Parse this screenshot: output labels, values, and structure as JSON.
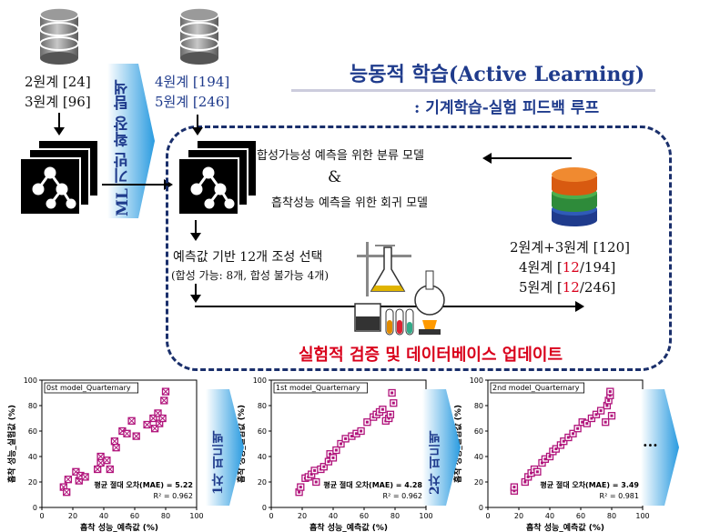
{
  "left_db": {
    "line1": "2원계 [24]",
    "line2": "3원계 [96]"
  },
  "mid_db": {
    "line1": "4원계 [194]",
    "line2": "5원계 [246]"
  },
  "ml_arrow_label": "ML 기반 확장 탐색",
  "header": {
    "title": "능동적 학습(Active Learning)",
    "subtitle": ": 기계학습-실험 피드백 루프"
  },
  "models": {
    "classifier": "합성가능성 예측을 위한 분류 모델",
    "ampersand": "&",
    "regressor": "흡착성능 예측을 위한 회귀 모델"
  },
  "selection": {
    "line1": "예측값 기반 12개 조성 선택",
    "line2": "(합성 가능: 8개, 합성 불가능 4개)"
  },
  "right_db": {
    "line1": "2원계+3원계 [120]",
    "line2_pre": "4원계 [",
    "line2_num": "12",
    "line2_post": "/194]",
    "line3_pre": "5원계 [",
    "line3_num": "12",
    "line3_post": "/246]"
  },
  "update_label": "실험적 검증 및 데이터베이스 업데이트",
  "feedback_labels": [
    "1차 피드백",
    "2차 피드백"
  ],
  "ellipsis": "...",
  "colors": {
    "navy": "#1f3b8c",
    "dash": "#1a2f6b",
    "red": "#d9001b",
    "marker": "#b0127a",
    "arrow": "#2a9be0"
  },
  "chart_data": [
    {
      "type": "scatter",
      "title": "0st model_Quarternary",
      "xlabel": "흡착 성능_예측값 (%)",
      "ylabel": "흡착 성능_실험값 (%)",
      "xlim": [
        0,
        100
      ],
      "ylim": [
        0,
        100
      ],
      "xticks": [
        "0",
        "20",
        "40",
        "60",
        "80",
        "100"
      ],
      "yticks": [
        "0",
        "20",
        "40",
        "60",
        "80",
        "100"
      ],
      "annotation": "평균 절대 오차(MAE) = 5.22",
      "r2": "R² = 0.962",
      "marker": "x-square",
      "points": [
        [
          14,
          16
        ],
        [
          16,
          12
        ],
        [
          17,
          22
        ],
        [
          22,
          28
        ],
        [
          24,
          21
        ],
        [
          25,
          25
        ],
        [
          28,
          24
        ],
        [
          36,
          30
        ],
        [
          38,
          40
        ],
        [
          38,
          35
        ],
        [
          42,
          37
        ],
        [
          44,
          30
        ],
        [
          47,
          52
        ],
        [
          48,
          47
        ],
        [
          52,
          60
        ],
        [
          55,
          58
        ],
        [
          58,
          68
        ],
        [
          61,
          56
        ],
        [
          68,
          65
        ],
        [
          72,
          70
        ],
        [
          73,
          62
        ],
        [
          75,
          74
        ],
        [
          76,
          66
        ],
        [
          78,
          70
        ],
        [
          79,
          84
        ],
        [
          80,
          91
        ]
      ]
    },
    {
      "type": "scatter",
      "title": "1st model_Quarternary",
      "xlabel": "흡착 성능_예측값 (%)",
      "ylabel": "흡착 성능_실험값 (%)",
      "xlim": [
        0,
        100
      ],
      "ylim": [
        0,
        100
      ],
      "xticks": [
        "0",
        "20",
        "40",
        "60",
        "80",
        "100"
      ],
      "yticks": [
        "0",
        "20",
        "40",
        "60",
        "80",
        "100"
      ],
      "annotation": "평균 절대 오차(MAE) = 4.28",
      "r2": "R² = 0.962",
      "marker": "square-dot",
      "points": [
        [
          18,
          12
        ],
        [
          19,
          16
        ],
        [
          22,
          23
        ],
        [
          24,
          24
        ],
        [
          26,
          26
        ],
        [
          28,
          29
        ],
        [
          29,
          20
        ],
        [
          32,
          30
        ],
        [
          34,
          32
        ],
        [
          37,
          36
        ],
        [
          38,
          42
        ],
        [
          40,
          39
        ],
        [
          42,
          45
        ],
        [
          45,
          50
        ],
        [
          48,
          54
        ],
        [
          52,
          56
        ],
        [
          55,
          58
        ],
        [
          58,
          60
        ],
        [
          62,
          67
        ],
        [
          66,
          71
        ],
        [
          68,
          73
        ],
        [
          70,
          75
        ],
        [
          72,
          77
        ],
        [
          74,
          68
        ],
        [
          76,
          70
        ],
        [
          77,
          73
        ],
        [
          78,
          90
        ],
        [
          79,
          82
        ]
      ]
    },
    {
      "type": "scatter",
      "title": "2nd model_Quarternary",
      "xlabel": "흡착 성능_예측값 (%)",
      "ylabel": "흡착 성능_실험값 (%)",
      "xlim": [
        0,
        100
      ],
      "ylim": [
        0,
        100
      ],
      "xticks": [
        "0",
        "20",
        "40",
        "60",
        "80",
        "100"
      ],
      "yticks": [
        "0",
        "20",
        "40",
        "60",
        "80",
        "100"
      ],
      "annotation": "평균 절대 오차(MAE) = 3.49",
      "r2": "R² = 0.981",
      "marker": "square-dot",
      "points": [
        [
          17,
          13
        ],
        [
          17,
          16
        ],
        [
          24,
          20
        ],
        [
          26,
          24
        ],
        [
          28,
          27
        ],
        [
          30,
          30
        ],
        [
          32,
          28
        ],
        [
          35,
          35
        ],
        [
          37,
          38
        ],
        [
          40,
          40
        ],
        [
          42,
          44
        ],
        [
          44,
          46
        ],
        [
          47,
          49
        ],
        [
          49,
          52
        ],
        [
          52,
          55
        ],
        [
          55,
          58
        ],
        [
          58,
          62
        ],
        [
          61,
          67
        ],
        [
          64,
          66
        ],
        [
          67,
          70
        ],
        [
          70,
          73
        ],
        [
          73,
          76
        ],
        [
          76,
          67
        ],
        [
          77,
          80
        ],
        [
          78,
          84
        ],
        [
          79,
          88
        ],
        [
          79,
          91
        ],
        [
          80,
          72
        ]
      ]
    }
  ]
}
